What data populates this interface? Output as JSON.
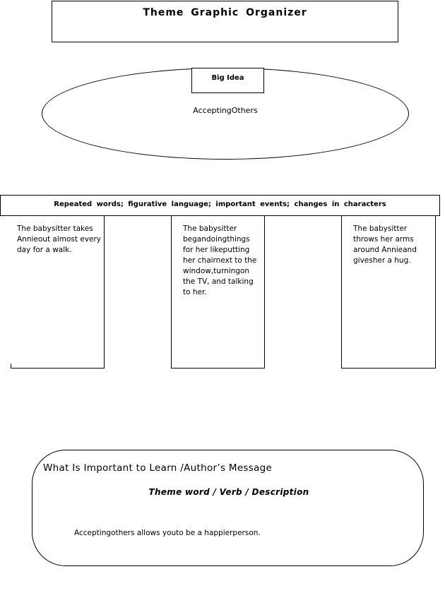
{
  "title": "Theme Graphic Organizer",
  "big_idea": {
    "label": "Big Idea",
    "text": "AcceptingOthers"
  },
  "repeated_header": "Repeated words; figurative language; important events; changes in characters",
  "columns": [
    {
      "text": "The babysitter takes Annieout almost every day for a walk."
    },
    {
      "text": "The babysitter begandoingthings for her likeputting her chairnext to the window,turningon the TV, and talking to her."
    },
    {
      "text": "The babysitter throws her arms around Annieand givesher a hug."
    }
  ],
  "message": {
    "title": "What Is Important to Learn /Author’s Message",
    "subtitle": "Theme word / Verb / Description",
    "text": "Acceptingothers allows youto be a happierperson."
  }
}
